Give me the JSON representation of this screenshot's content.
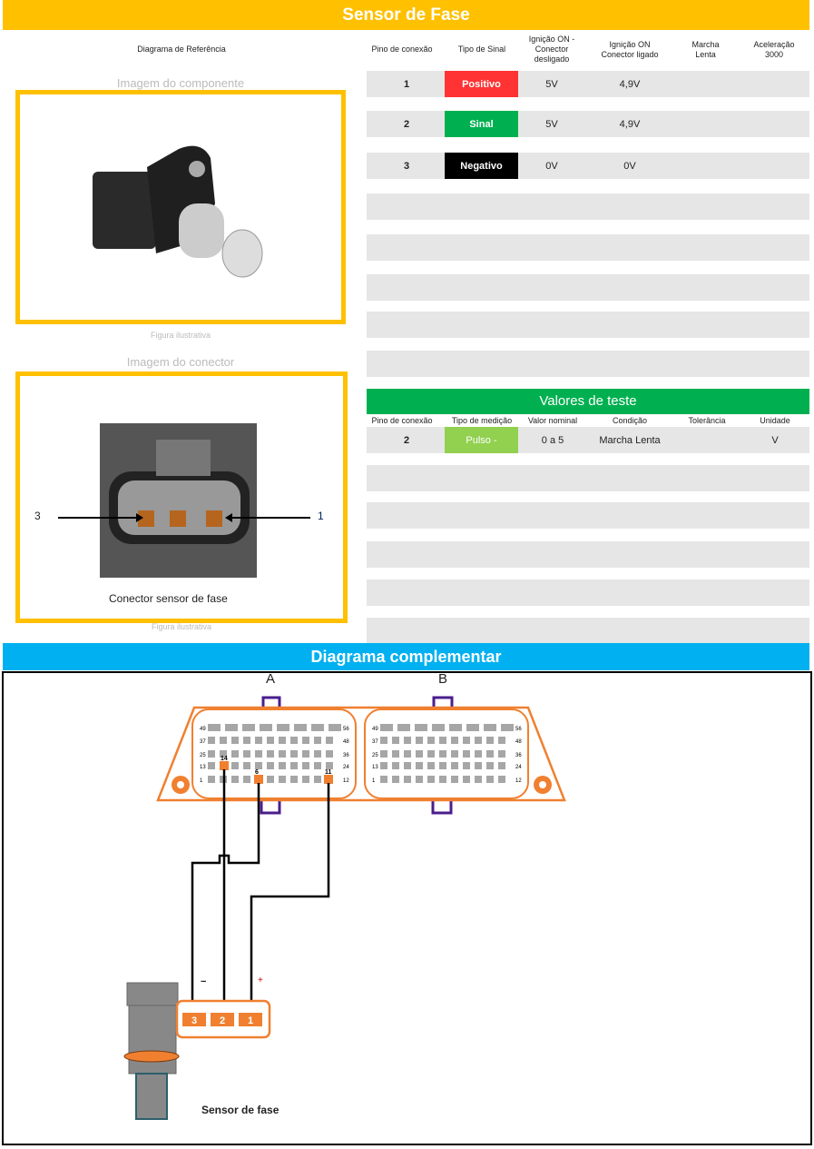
{
  "header": {
    "title": "Sensor de Fase"
  },
  "columns": {
    "ref": "Diagrama de Referência",
    "pin": "Pino de conexão",
    "type": "Tipo de Sinal",
    "ign_off": "Ignição ON - Conector desligado",
    "ign_on": "Ignição ON Conector ligado",
    "idle": "Marcha Lenta",
    "accel": "Aceleração 3000"
  },
  "pins": [
    {
      "pin": "1",
      "type": "Positivo",
      "color": "#FF3333",
      "ign_off": "5V",
      "ign_on": "4,9V"
    },
    {
      "pin": "2",
      "type": "Sinal",
      "color": "#00B050",
      "ign_off": "5V",
      "ign_on": "4,9V"
    },
    {
      "pin": "3",
      "type": "Negativo",
      "color": "#000000",
      "ign_off": "0V",
      "ign_on": "0V"
    }
  ],
  "left": {
    "component_title": "Imagem do componente",
    "caption1": "Figura ilustrativa",
    "connector_title": "Imagem do conector",
    "connector_label": "Conector sensor de fase",
    "caption2": "Figura ilustrativa",
    "pin_left": "3",
    "pin_right": "1"
  },
  "test": {
    "title": "Valores de teste",
    "headers": [
      "Pino de conexão",
      "Tipo de medição",
      "Valor nominal",
      "Condição",
      "Tolerância",
      "Unidade"
    ],
    "rows": [
      {
        "pin": "2",
        "type": "Pulso -",
        "type_color": "#92D050",
        "nominal": "0 a 5",
        "condition": "Marcha Lenta",
        "tolerance": "",
        "unit": "V"
      }
    ]
  },
  "diagram": {
    "title": "Diagrama complementar",
    "connector_a": "A",
    "connector_b": "B",
    "ecu_pins": [
      "14",
      "6",
      "11"
    ],
    "row_labels_left": [
      "49",
      "37",
      "25",
      "13",
      "1"
    ],
    "row_labels_right": [
      "56",
      "48",
      "36",
      "24",
      "12"
    ],
    "sensor_pins": [
      "3",
      "2",
      "1"
    ],
    "minus": "−",
    "plus": "+",
    "sensor_label": "Sensor de fase"
  }
}
